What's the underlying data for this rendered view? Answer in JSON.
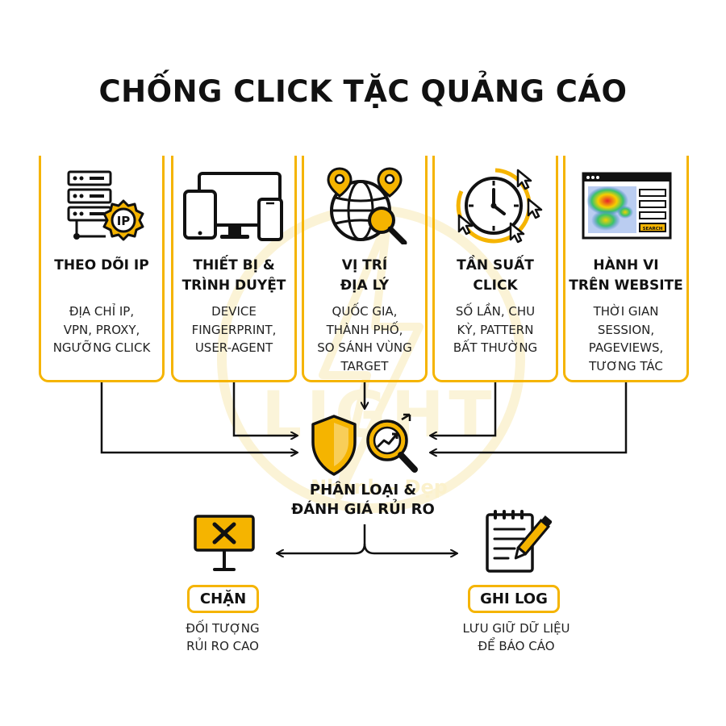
{
  "title": "CHỐNG CLICK TẶC QUẢNG CÁO",
  "watermark": {
    "text": "LIGHT",
    "tagline": "Nhanh – Đẹp"
  },
  "colors": {
    "accent": "#f5b400",
    "ink": "#111111"
  },
  "cards": [
    {
      "icon": "server-ip-icon",
      "title": [
        "THEO DÕI IP"
      ],
      "desc": [
        "ĐỊA CHỈ IP,",
        "VPN, PROXY,",
        "NGƯỠNG CLICK"
      ]
    },
    {
      "icon": "devices-icon",
      "title": [
        "THIẾT BỊ &",
        "TRÌNH DUYỆT"
      ],
      "desc": [
        "DEVICE",
        "FINGERPRINT,",
        "USER-AGENT"
      ]
    },
    {
      "icon": "globe-location-icon",
      "title": [
        "VỊ TRÍ",
        "ĐỊA LÝ"
      ],
      "desc": [
        "QUỐC GIA,",
        "THÀNH PHỐ,",
        "SO SÁNH VÙNG",
        "TARGET"
      ]
    },
    {
      "icon": "clock-clicks-icon",
      "title": [
        "TẦN SUẤT",
        "CLICK"
      ],
      "desc": [
        "SỐ LẦN, CHU",
        "KỲ, PATTERN",
        "BẤT THƯỜNG"
      ]
    },
    {
      "icon": "heatmap-browser-icon",
      "title": [
        "HÀNH VI",
        "TRÊN WEBSITE"
      ],
      "desc": [
        "THỜI GIAN",
        "SESSION,",
        "PAGEVIEWS,",
        "TƯƠNG TÁC"
      ],
      "search_label": "SEARCH"
    }
  ],
  "center": {
    "label": [
      "PHÂN LOẠI &",
      "ĐÁNH GIÁ RỦI RO"
    ]
  },
  "outcomes": [
    {
      "icon": "block-sign-icon",
      "label": "CHẶN",
      "desc": [
        "ĐỐI TƯỢNG",
        "RỦI RO CAO"
      ]
    },
    {
      "icon": "notepad-pencil-icon",
      "label": "GHI LOG",
      "desc": [
        "LƯU GIỮ DỮ LIỆU",
        "ĐỂ BÁO CÁO"
      ]
    }
  ]
}
